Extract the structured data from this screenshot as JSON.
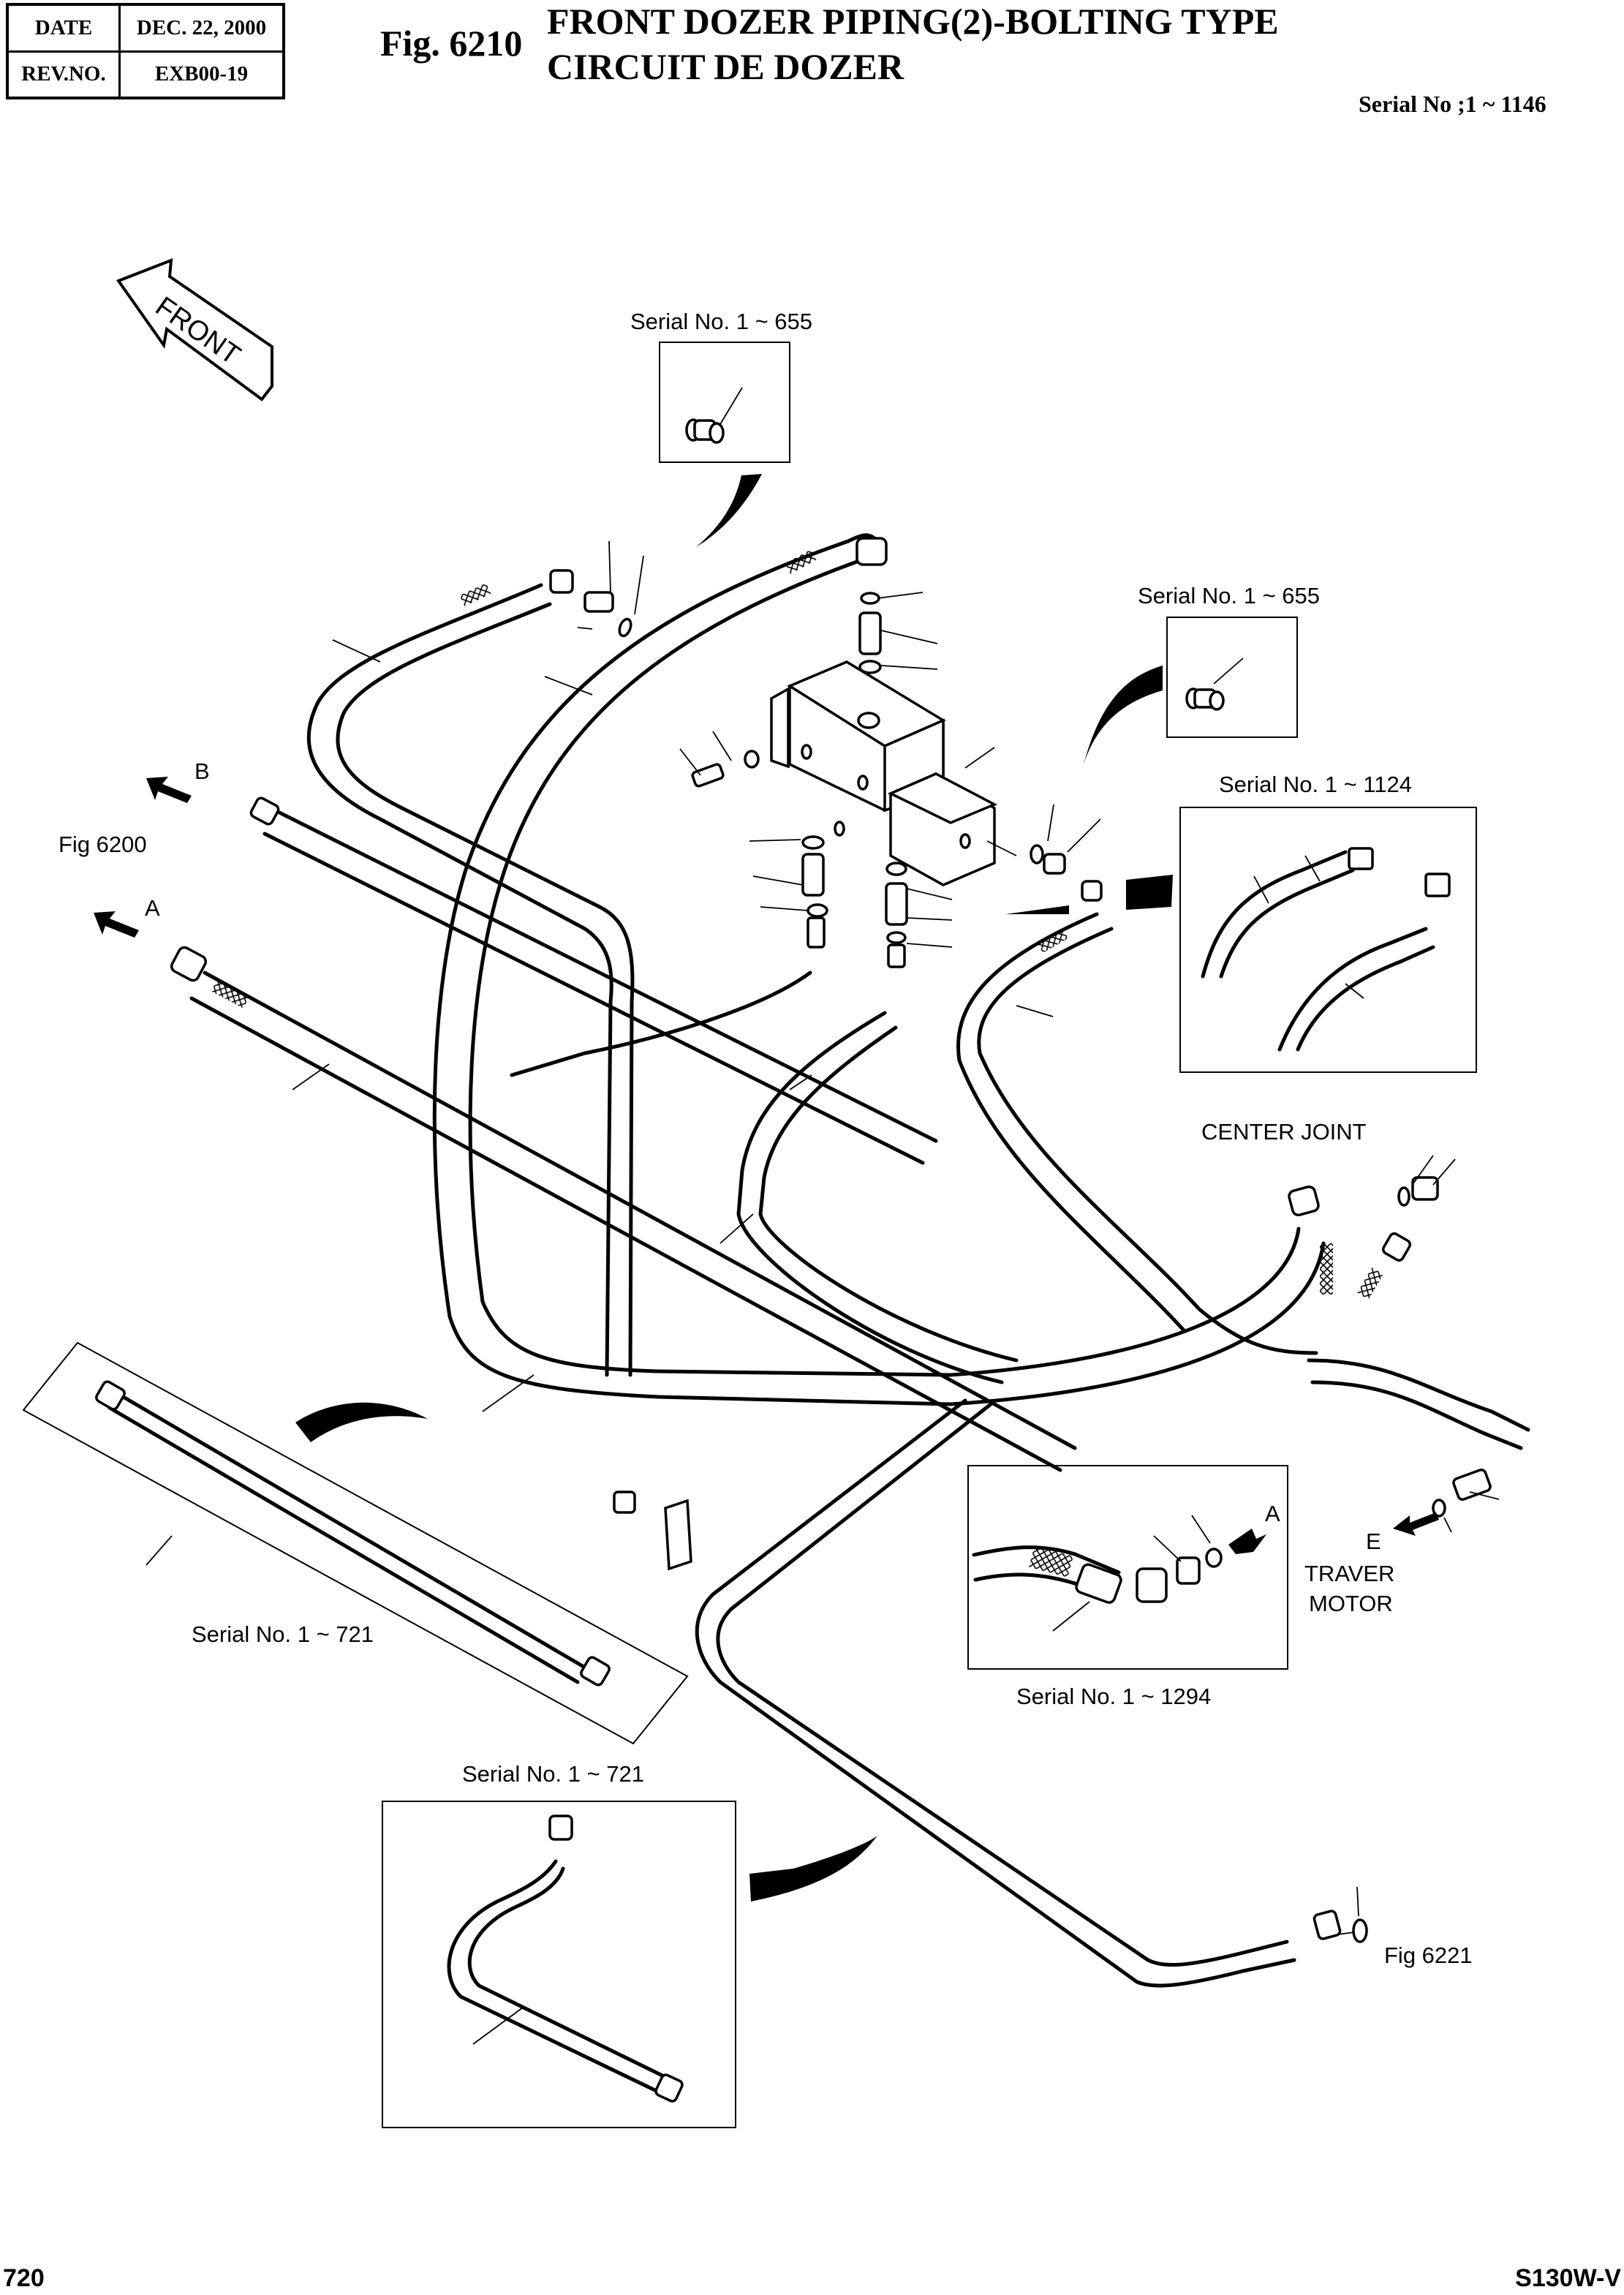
{
  "header": {
    "date_label": "DATE",
    "date_value": "DEC. 22, 2000",
    "rev_label": "REV.NO.",
    "rev_value": "EXB00-19"
  },
  "figure": {
    "number": "Fig. 6210",
    "title_en": "FRONT DOZER PIPING(2)-BOLTING TYPE",
    "title_fr": "CIRCUIT DE DOZER",
    "serial_range": "Serial No ;1 ~ 1146"
  },
  "diagram": {
    "direction_arrow": "FRONT",
    "labels": {
      "port_b": "B",
      "port_a": "A",
      "ref_fig_6200": "Fig 6200",
      "center_joint": "CENTER JOINT",
      "port_e": "E",
      "traver_motor_line1": "TRAVER",
      "traver_motor_line2": "MOTOR",
      "ref_fig_6221": "Fig 6221",
      "inset_port_a": "A"
    },
    "insets": [
      {
        "id": "inset-top-adapter",
        "caption": "Serial No. 1 ~ 655",
        "content": "adapter fitting"
      },
      {
        "id": "inset-right-adapter",
        "caption": "Serial No. 1 ~ 655",
        "content": "adapter fitting"
      },
      {
        "id": "inset-hoses-1124",
        "caption": "Serial No. 1 ~ 1124",
        "content": "two hoses with spiral guard"
      },
      {
        "id": "inset-hose-721-long",
        "caption": "Serial No. 1 ~ 721",
        "content": "straight hose"
      },
      {
        "id": "inset-elbow-1294",
        "caption": "Serial No. 1 ~ 1294",
        "content": "hose elbow, adapter and o-ring"
      },
      {
        "id": "inset-hose-721-bent",
        "caption": "Serial No. 1 ~ 721",
        "content": "bent hose"
      }
    ]
  },
  "footer": {
    "page_number": "720",
    "model_code": "S130W-V"
  }
}
